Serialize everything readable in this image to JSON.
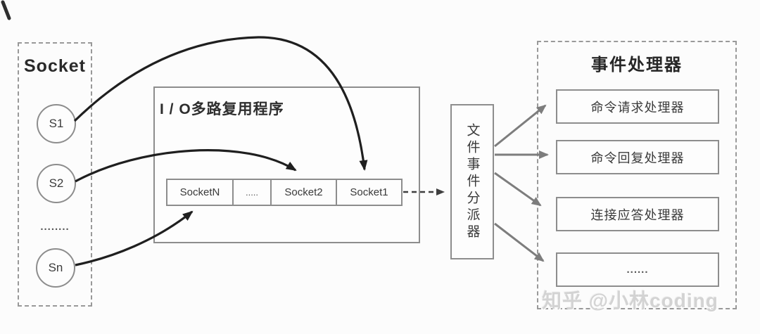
{
  "colors": {
    "background": "#fcfcfc",
    "box_border": "#8d8d8d",
    "dashed_border": "#999999",
    "black_arrow": "#1f1f1f",
    "gray_arrow": "#7d7d7d",
    "dashed_arrow": "#3f3f3f",
    "watermark": "#d3d3d3"
  },
  "socket_panel": {
    "title": "Socket",
    "nodes": [
      {
        "label": "S1"
      },
      {
        "label": "S2"
      },
      {
        "label": "........"
      },
      {
        "label": "Sn"
      }
    ]
  },
  "mux": {
    "title": "I / O多路复用程序",
    "queue_cells": [
      {
        "label": "SocketN"
      },
      {
        "label": "....."
      },
      {
        "label": "Socket2"
      },
      {
        "label": "Socket1"
      }
    ]
  },
  "dispatcher": {
    "label": "文件事件分派器"
  },
  "handlers": {
    "title": "事件处理器",
    "items": [
      {
        "label": "命令请求处理器"
      },
      {
        "label": "命令回复处理器"
      },
      {
        "label": "连接应答处理器"
      },
      {
        "label": "......"
      }
    ]
  },
  "watermark": {
    "text": "知乎 @小林coding"
  },
  "connections": [
    {
      "from": "S1",
      "to": "Socket1",
      "style": "curved-black"
    },
    {
      "from": "S2",
      "to": "Socket2",
      "style": "curved-black"
    },
    {
      "from": "Sn",
      "to": "SocketN",
      "style": "curved-black"
    },
    {
      "from": "Socket1",
      "to": "文件事件分派器",
      "style": "dashed"
    },
    {
      "from": "文件事件分派器",
      "to": "命令请求处理器",
      "style": "gray"
    },
    {
      "from": "文件事件分派器",
      "to": "命令回复处理器",
      "style": "gray"
    },
    {
      "from": "文件事件分派器",
      "to": "连接应答处理器",
      "style": "gray"
    },
    {
      "from": "文件事件分派器",
      "to": "......",
      "style": "gray"
    }
  ]
}
